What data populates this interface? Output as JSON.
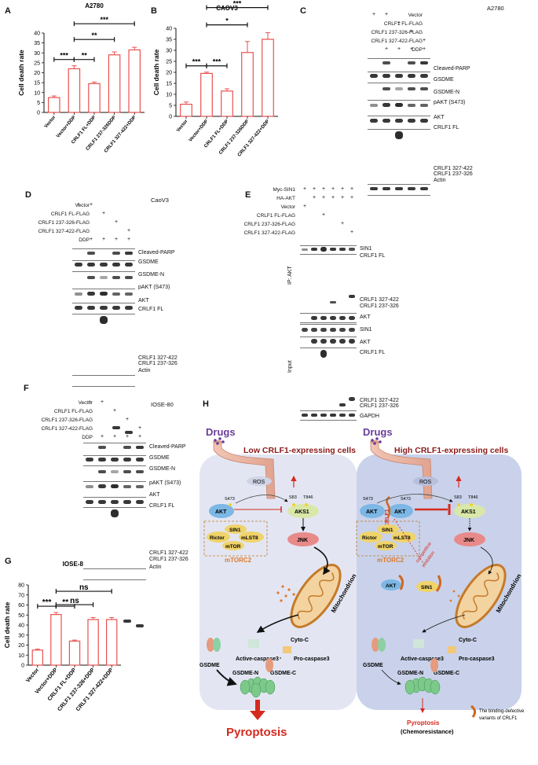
{
  "panels": {
    "A": "A",
    "B": "B",
    "C": "C",
    "D": "D",
    "E": "E",
    "F": "F",
    "G": "G",
    "H": "H"
  },
  "colors": {
    "bar": "#e8524f",
    "blot": "#1a1a1a",
    "cell_low": "#e3e6f2",
    "cell_high": "#c9d2ea",
    "accent_red": "#8b1a1a",
    "purple": "#6a3d9a",
    "orange": "#e07a2c"
  },
  "charts": [
    {
      "id": "A",
      "title": "A2780",
      "ylabel": "Cell death rate",
      "ylim": [
        0,
        40
      ],
      "yticks": [
        0,
        5,
        10,
        15,
        20,
        25,
        30,
        35,
        40
      ],
      "categories": [
        "Vector",
        "Vector+DDP",
        "CRLF1 FL+DDP",
        "CRLF1 237-326DDP",
        "CRLF1 327-422+DDP"
      ],
      "values": [
        7.5,
        22,
        14.5,
        29,
        31.5
      ],
      "errors": [
        0.8,
        1.5,
        0.8,
        1.5,
        1.3
      ],
      "brackets": [
        {
          "from": 0,
          "to": 1,
          "label": "***",
          "level": 0
        },
        {
          "from": 1,
          "to": 2,
          "label": "**",
          "level": 0
        },
        {
          "from": 1,
          "to": 3,
          "label": "**",
          "level": 1
        },
        {
          "from": 1,
          "to": 4,
          "label": "***",
          "level": 2
        }
      ]
    },
    {
      "id": "B",
      "title": "CAOV3",
      "ylabel": "Cell death rate",
      "ylim": [
        0,
        40
      ],
      "yticks": [
        0,
        5,
        10,
        15,
        20,
        25,
        30,
        35,
        40
      ],
      "categories": [
        "Vector",
        "Vector+DDP",
        "CRLF1 FL+DDP",
        "CRLF1 237-326DDP",
        "CRLF1 327-422+DDP"
      ],
      "values": [
        5.5,
        19.5,
        11.5,
        29,
        35
      ],
      "errors": [
        1,
        0.6,
        1,
        5,
        3
      ],
      "brackets": [
        {
          "from": 0,
          "to": 1,
          "label": "***",
          "level": 0
        },
        {
          "from": 1,
          "to": 2,
          "label": "***",
          "level": 0
        },
        {
          "from": 1,
          "to": 3,
          "label": "*",
          "level": 1
        },
        {
          "from": 1,
          "to": 4,
          "label": "***",
          "level": 2
        }
      ]
    },
    {
      "id": "G",
      "title": "IOSE-80",
      "ylabel": "Cell death rate",
      "ylim": [
        0,
        80
      ],
      "yticks": [
        0,
        10,
        20,
        30,
        40,
        50,
        60,
        70,
        80
      ],
      "categories": [
        "Vector",
        "Vector+DDP",
        "CRLF1 FL+DDP",
        "CRLF1 237-326+DDP",
        "CRLF1 327-422+DDP"
      ],
      "values": [
        15,
        50.5,
        24,
        45.5,
        45.5
      ],
      "errors": [
        1,
        2,
        1,
        2,
        2
      ],
      "brackets": [
        {
          "from": 0,
          "to": 1,
          "label": "***",
          "level": 0
        },
        {
          "from": 1,
          "to": 2,
          "label": "**",
          "level": 0
        },
        {
          "from": 1,
          "to": 3,
          "label": "ns",
          "level": 1
        },
        {
          "from": 1,
          "to": 4,
          "label": "ns",
          "level": 2
        }
      ]
    }
  ],
  "blot_C": {
    "cell_line": "A2780",
    "rows": [
      "Vector",
      "CRLF1 FL-FLAG",
      "CRLF1 237-326-FLAG",
      "CRLF1 327-422-FLAG",
      "DDP"
    ],
    "signs": [
      [
        "+",
        "+",
        "",
        "",
        ""
      ],
      [
        "",
        "",
        "+",
        "",
        ""
      ],
      [
        "",
        "",
        "",
        "+",
        ""
      ],
      [
        "",
        "",
        "",
        "",
        "+"
      ],
      [
        "",
        "+",
        "+",
        "+",
        "+"
      ]
    ],
    "bands": [
      "Cleaved-PARP",
      "GSDME",
      "GSDME-N",
      "pAKT (S473)",
      "AKT",
      "CRLF1 FL",
      "CRLF1 327-422",
      "CRLF1 237-326",
      "Actin"
    ]
  },
  "blot_D": {
    "cell_line": "CaoV3",
    "rows": [
      "Vector",
      "CRLF1 FL-FLAG",
      "CRLF1 237-326-FLAG",
      "CRLF1 327-422-FLAG",
      "DDP"
    ],
    "signs": [
      [
        "+",
        "+",
        "",
        "",
        ""
      ],
      [
        "",
        "",
        "+",
        "",
        ""
      ],
      [
        "",
        "",
        "",
        "+",
        ""
      ],
      [
        "",
        "",
        "",
        "",
        "+"
      ],
      [
        "",
        "+",
        "+",
        "+",
        "+"
      ]
    ],
    "bands": [
      "Cleaved-PARP",
      "GSDME",
      "GSDME-N",
      "pAKT (S473)",
      "AKT",
      "CRLF1 FL",
      "CRLF1 327-422",
      "CRLF1 237-326",
      "Actin"
    ]
  },
  "blot_E": {
    "rows": [
      "Myc-SIN1",
      "HA-AKT",
      "Vector",
      "CRLF1 FL-FLAG",
      "CRLF1 237-326-FLAG",
      "CRLF1 327-422-FLAG"
    ],
    "signs": [
      [
        "+",
        "+",
        "+",
        "+",
        "+",
        "+"
      ],
      [
        "",
        "+",
        "+",
        "+",
        "+",
        "+"
      ],
      [
        "+",
        "",
        "",
        "",
        "",
        ""
      ],
      [
        "",
        "",
        "+",
        "",
        "",
        ""
      ],
      [
        "",
        "",
        "",
        "",
        "+",
        ""
      ],
      [
        "",
        "",
        "",
        "",
        "",
        "+"
      ]
    ],
    "ip_label": "IP: AKT",
    "input_label": "Input",
    "ip_bands": [
      "SIN1",
      "CRLF1 FL",
      "CRLF1 327-422",
      "CRLF1 237-326",
      "AKT"
    ],
    "input_bands": [
      "SIN1",
      "AKT",
      "CRLF1 FL",
      "CRLF1 327-422",
      "CRLF1 237-326",
      "GAPDH"
    ]
  },
  "blot_F": {
    "cell_line": "IOSE-80",
    "rows": [
      "Vector",
      "CRLF1 FL-FLAG",
      "CRLF1 237-326-FLAG",
      "CRLF1 327-422-FLAG",
      "DDP"
    ],
    "signs": [
      [
        "+",
        "+",
        "",
        "",
        ""
      ],
      [
        "",
        "",
        "+",
        "",
        ""
      ],
      [
        "",
        "",
        "",
        "+",
        ""
      ],
      [
        "",
        "",
        "",
        "",
        "+"
      ],
      [
        "",
        "+",
        "+",
        "+",
        "+"
      ]
    ],
    "bands": [
      "Cleaved-PARP",
      "GSDME",
      "GSDME-N",
      "pAKT (S473)",
      "AKT",
      "CRLF1 FL",
      "CRLF1 327-422",
      "CRLF1 237-326",
      "Actin"
    ]
  },
  "diagram_H": {
    "left": {
      "drugs": "Drugs",
      "title": "Low CRLF1-expressing cells",
      "ros": "ROS",
      "s473": "S473",
      "s83": "S83",
      "t846": "T846",
      "akt": "AKT",
      "aks1": "AKS1",
      "sin1": "SIN1",
      "rictor": "Rictor",
      "mlst8": "mLST8",
      "mtor": "mTOR",
      "mtorc2": "mTORC2",
      "jnk": "JNK",
      "mito": "Mitochondrion",
      "cytoc": "Cyto-C",
      "active_casp": "Active-caspase3",
      "pro_casp": "Pro-caspase3",
      "gsdme": "GSDME",
      "gsdmen": "GSDME-N",
      "gsdmec": "GSDME-C",
      "outcome": "Pyroptosis"
    },
    "right": {
      "drugs": "Drugs",
      "title": "High CRLF1-expressing cells",
      "ros": "ROS",
      "s473a": "S473",
      "s473b": "S473",
      "s83": "S83",
      "t846": "T846",
      "akt1": "AKT",
      "akt2": "AKT",
      "aks1": "AKS1",
      "crlf1": "CRLF1",
      "sin1": "SIN1",
      "rictor": "Rictor",
      "mlst8": "mLST8",
      "mtor": "mTOR",
      "mtorc2": "mTORC2",
      "competitive": "competitive",
      "inhibition": "inhibition",
      "akt3": "AKT",
      "sin1b": "SIN1",
      "jnk": "JNK",
      "mito": "Mitochondrion",
      "cytoc": "Cyto-C",
      "active_casp": "Active-caspase3",
      "pro_casp": "Pro-caspase3",
      "gsdme": "GSDME",
      "gsdmen": "GSDME-N",
      "gsdmec": "GSDME-C",
      "outcome": "Pyroptosis",
      "outcome2": "(Chemoresistance)",
      "legend": "The binding-defective variants of CRLF1"
    }
  }
}
